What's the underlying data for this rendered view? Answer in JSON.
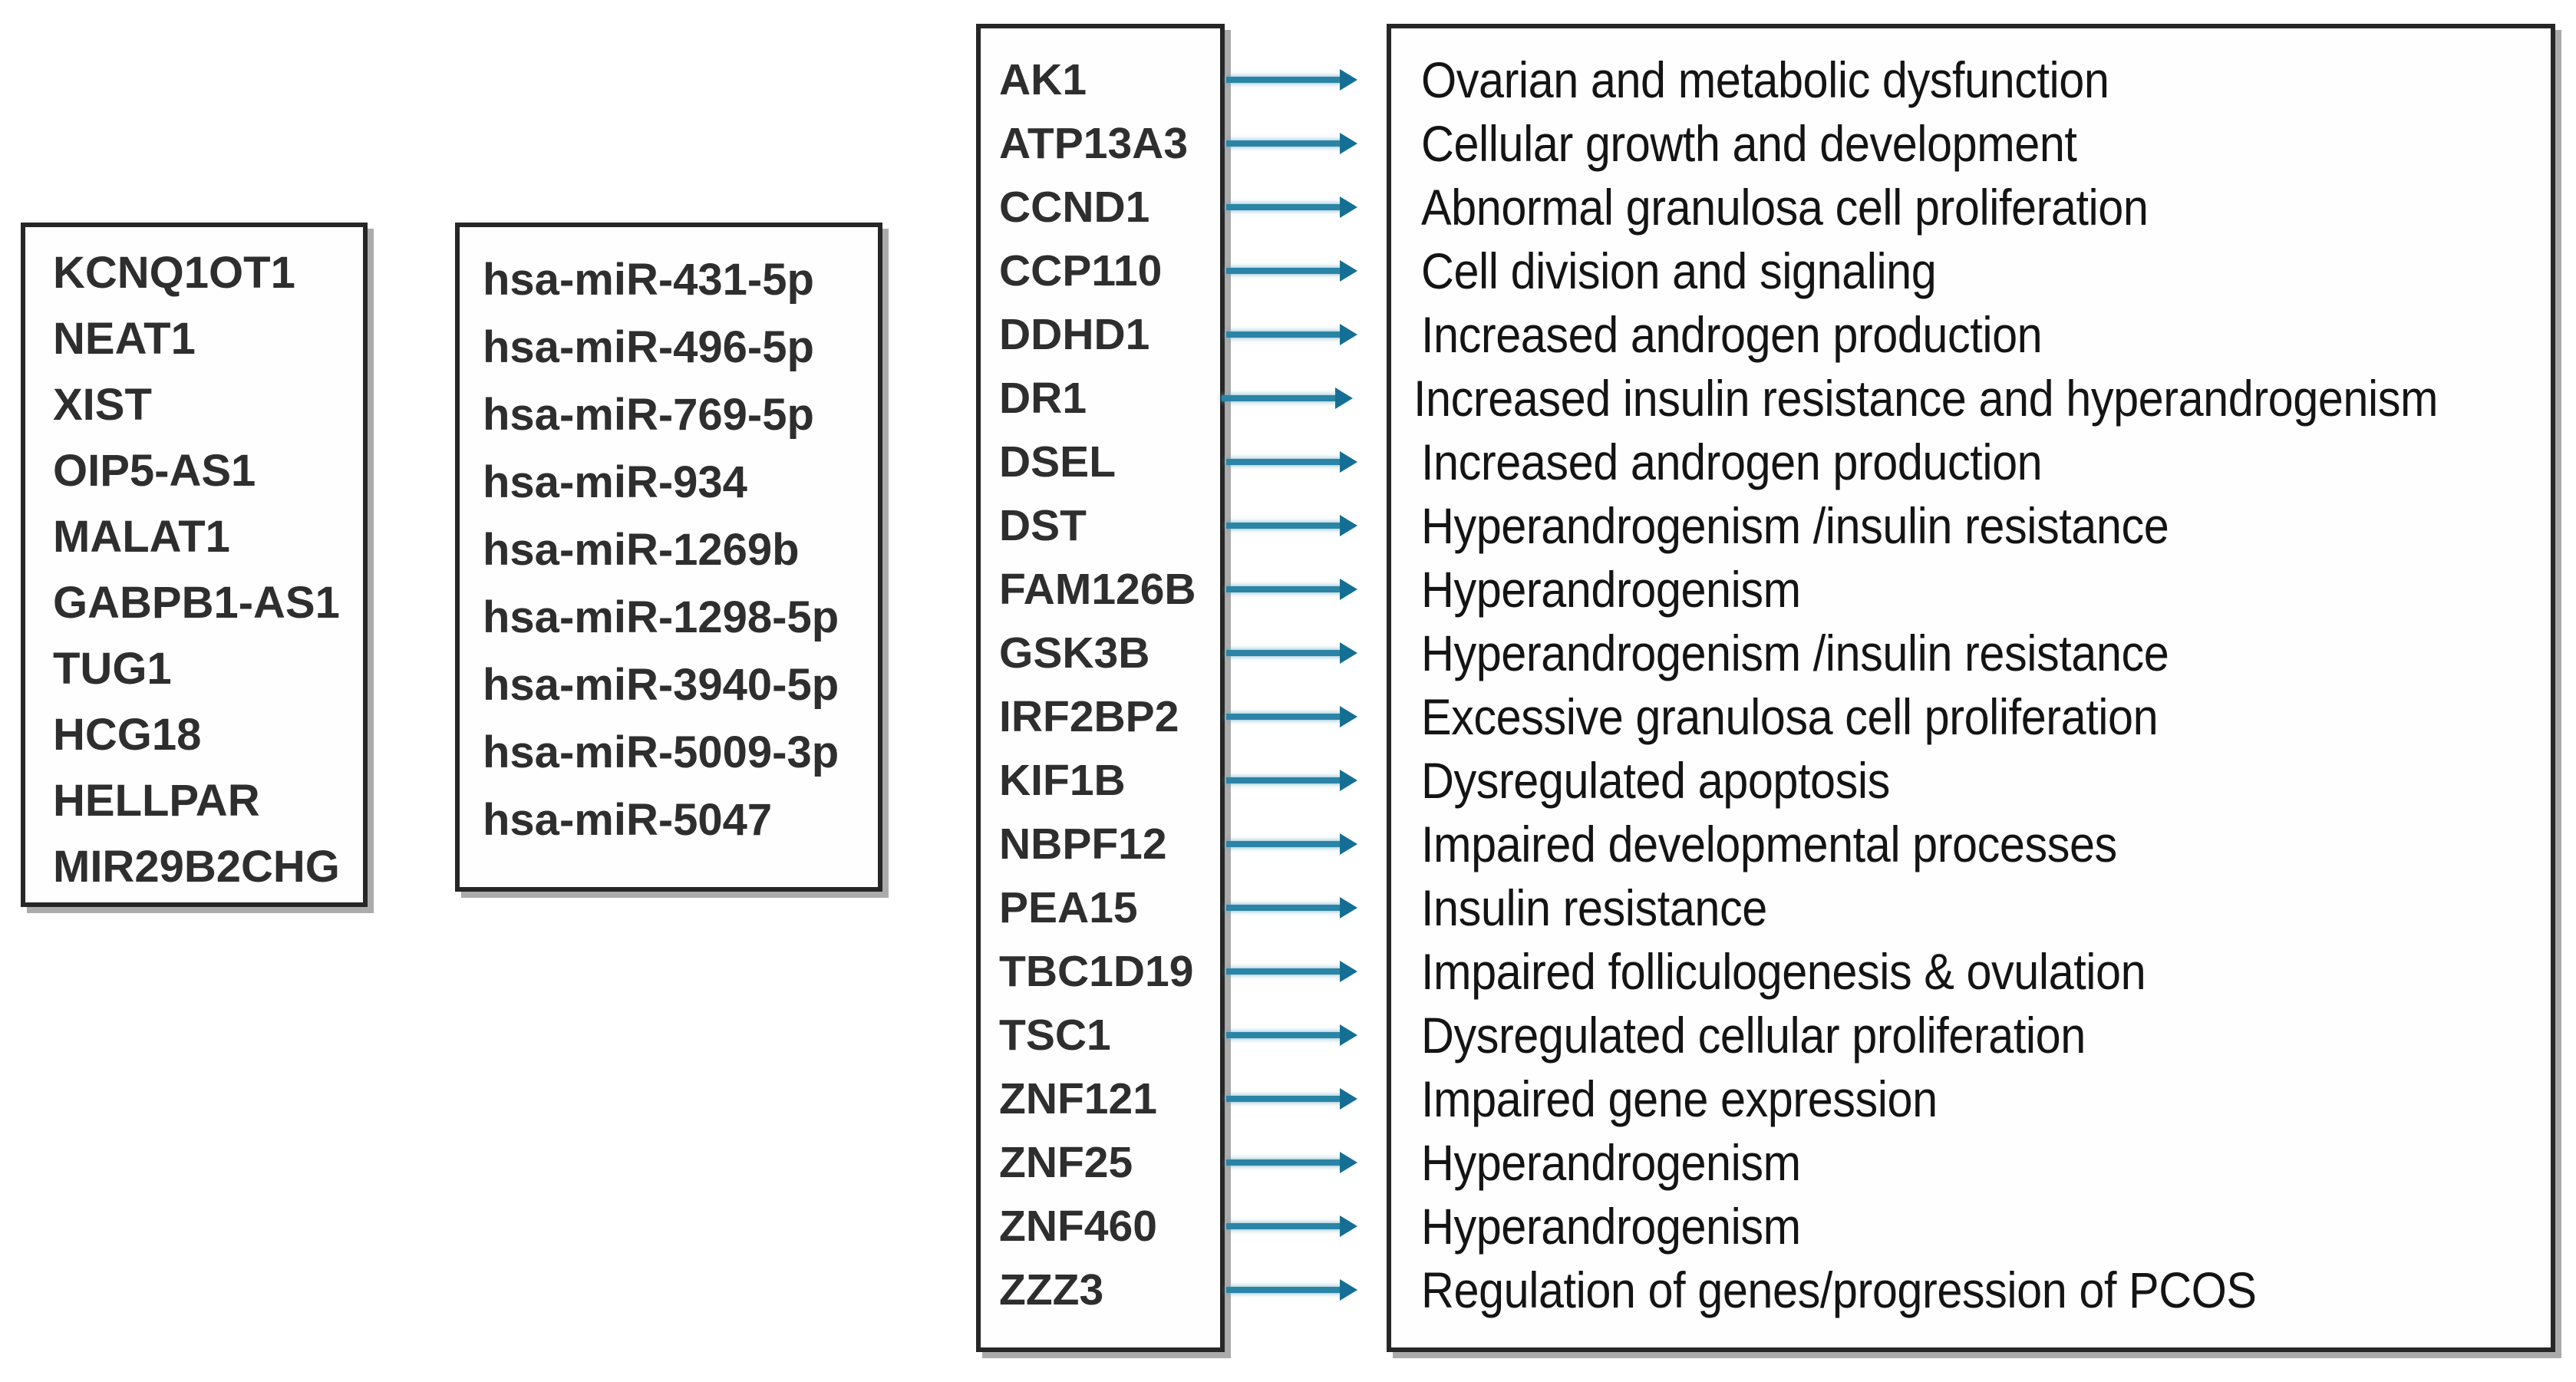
{
  "figure": {
    "description": "Mapping diagram of lncRNAs, miRNAs and target genes with their functional roles in PCOS",
    "lncrna_box": {
      "items": [
        "KCNQ1OT1",
        "NEAT1",
        "XIST",
        "OIP5-AS1",
        "MALAT1",
        "GABPB1-AS1",
        "TUG1",
        "HCG18",
        "HELLPAR",
        "MIR29B2CHG"
      ]
    },
    "mirna_box": {
      "items": [
        "hsa-miR-431-5p",
        "hsa-miR-496-5p",
        "hsa-miR-769-5p",
        "hsa-miR-934",
        "hsa-miR-1269b",
        "hsa-miR-1298-5p",
        "hsa-miR-3940-5p",
        "hsa-miR-5009-3p",
        "hsa-miR-5047"
      ]
    },
    "gene_function_rows": [
      {
        "gene": "AK1",
        "function": "Ovarian and metabolic dysfunction"
      },
      {
        "gene": "ATP13A3",
        "function": "Cellular growth and development"
      },
      {
        "gene": "CCND1",
        "function": "Abnormal granulosa cell proliferation"
      },
      {
        "gene": "CCP110",
        "function": "Cell division and signaling"
      },
      {
        "gene": "DDHD1",
        "function": "Increased androgen production"
      },
      {
        "gene": "DR1",
        "function": "Increased insulin resistance and hyperandrogenism"
      },
      {
        "gene": "DSEL",
        "function": "Increased androgen production"
      },
      {
        "gene": "DST",
        "function": "Hyperandrogenism /insulin resistance"
      },
      {
        "gene": "FAM126B",
        "function": "Hyperandrogenism"
      },
      {
        "gene": "GSK3B",
        "function": "Hyperandrogenism /insulin resistance"
      },
      {
        "gene": "IRF2BP2",
        "function": "Excessive granulosa cell proliferation"
      },
      {
        "gene": "KIF1B",
        "function": "Dysregulated apoptosis"
      },
      {
        "gene": "NBPF12",
        "function": "Impaired developmental processes"
      },
      {
        "gene": "PEA15",
        "function": "Insulin resistance"
      },
      {
        "gene": "TBC1D19",
        "function": "Impaired folliculogenesis & ovulation"
      },
      {
        "gene": "TSC1",
        "function": "Dysregulated cellular proliferation"
      },
      {
        "gene": "ZNF121",
        "function": "Impaired gene expression"
      },
      {
        "gene": "ZNF25",
        "function": "Hyperandrogenism"
      },
      {
        "gene": "ZNF460",
        "function": "Hyperandrogenism"
      },
      {
        "gene": "ZZZ3",
        "function": "Regulation of genes/progression of PCOS"
      }
    ],
    "colors": {
      "arrow_line": "#2b84a6",
      "arrow_head": "#156f94",
      "box_border": "#262626",
      "box_shadow": "#ababab",
      "text": "#2e2e2e"
    }
  }
}
